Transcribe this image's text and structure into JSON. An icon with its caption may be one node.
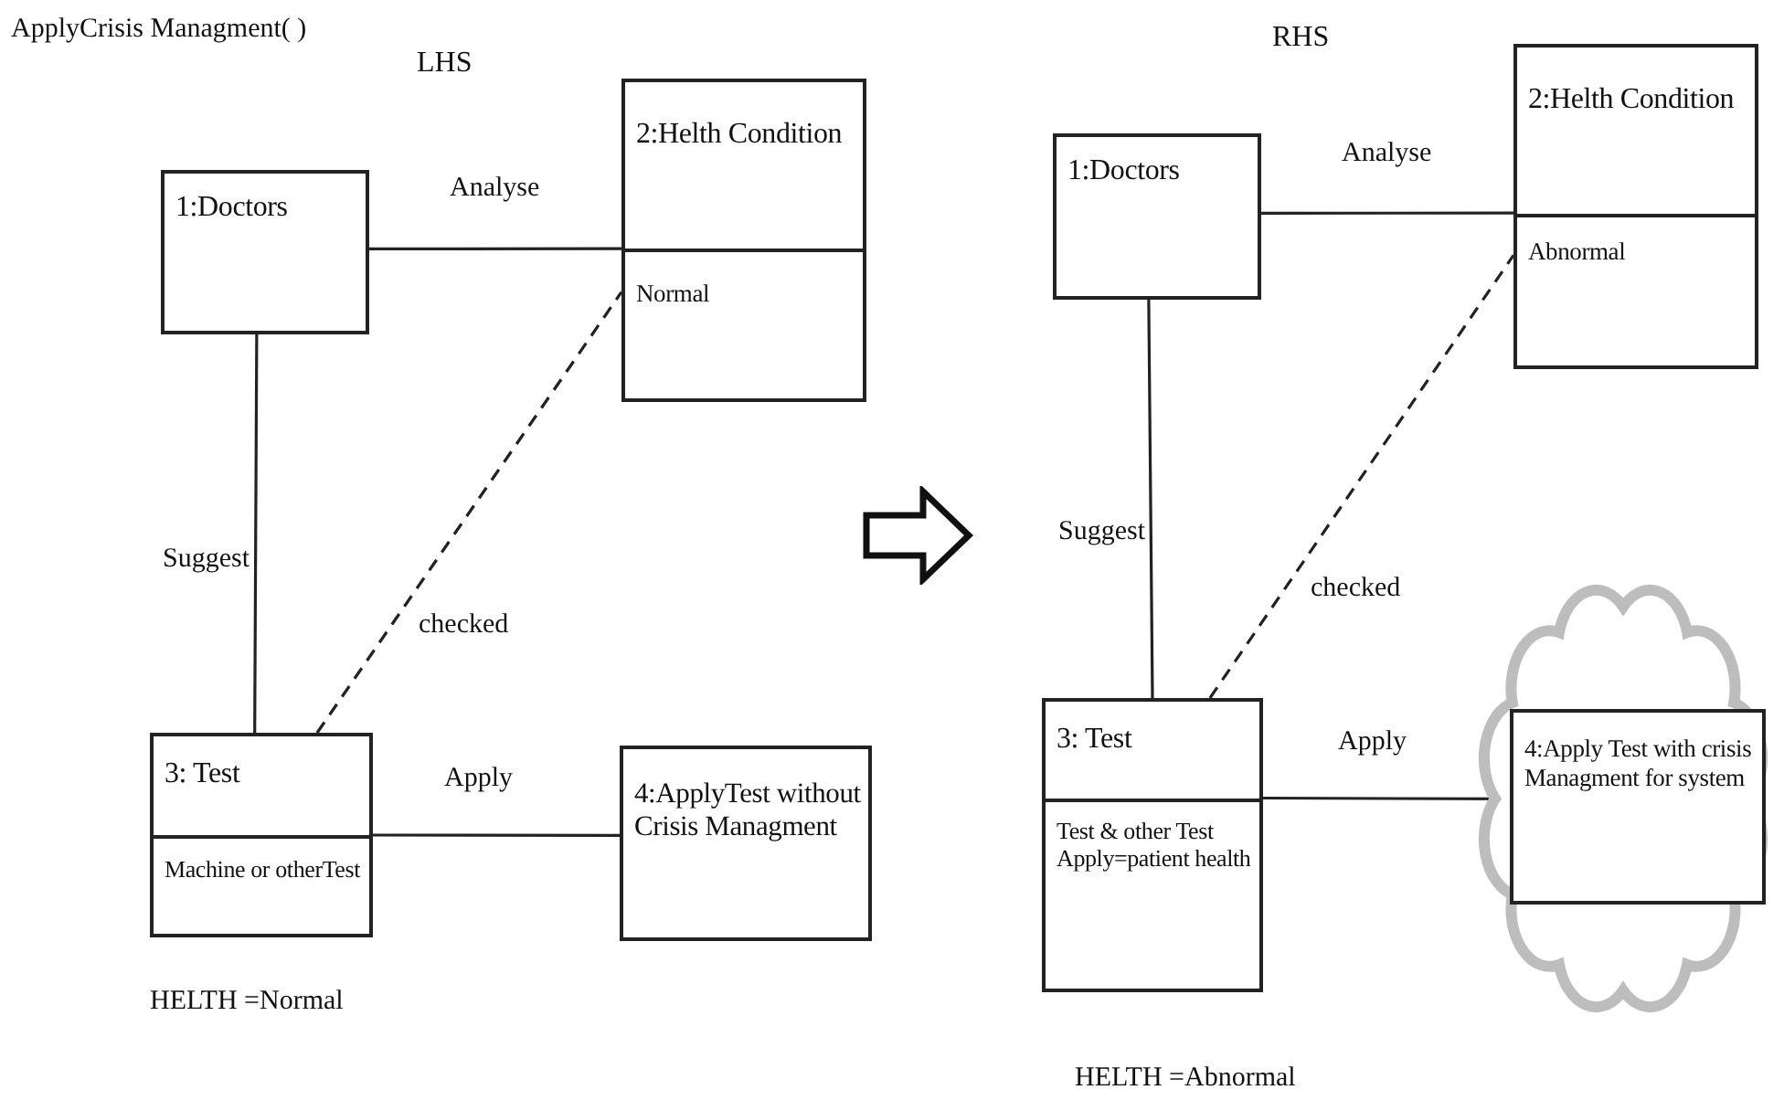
{
  "diagram": {
    "nodes": [
      {
        "text": [
          "1:Doctors"
        ]
      },
      {
        "text": [
          "2:Helth Condition",
          "Normal"
        ]
      },
      {
        "text": [
          "3:  Test",
          "Machine or otherTest"
        ]
      },
      {
        "text": [
          "4:ApplyTest without Crisis Managment"
        ]
      },
      {
        "text": [
          "1:Doctors"
        ]
      },
      {
        "text": [
          "2:Helth Condition",
          "Abnormal"
        ]
      },
      {
        "text": [
          "3:  Test",
          "Test & other Test Apply=patient health"
        ]
      },
      {
        "text": [],
        "shape": "cloud"
      },
      {
        "text": [
          "4:Apply Test with crisis Managment for system"
        ],
        "in": 7
      }
    ],
    "edges": [
      {
        "from": 0,
        "to": 1,
        "arrow": "none",
        "label": "Analyse"
      },
      {
        "from": 0,
        "to": 2,
        "arrow": "none",
        "label": "Suggest"
      },
      {
        "from": 2,
        "to": 1,
        "arrow": "none",
        "label": "checked",
        "style": "dashed"
      },
      {
        "from": 2,
        "to": 3,
        "arrow": "none",
        "label": "Apply"
      },
      {
        "from": 4,
        "to": 5,
        "arrow": "none",
        "label": "Analyse"
      },
      {
        "from": 4,
        "to": 6,
        "arrow": "none",
        "label": "Suggest"
      },
      {
        "from": 6,
        "to": 5,
        "arrow": "none",
        "label": "checked",
        "style": "dashed"
      },
      {
        "from": 6,
        "to": 8,
        "arrow": "none",
        "label": "Apply"
      }
    ],
    "labels": [
      "ApplyCrisis Managment( )",
      "LHS",
      "RHS",
      "HELTH =Normal",
      "HELTH =Abnormal"
    ]
  }
}
